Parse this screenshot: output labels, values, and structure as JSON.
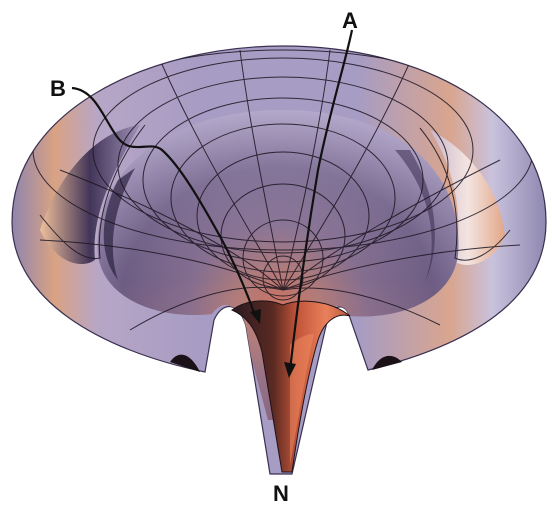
{
  "diagram": {
    "labels": {
      "a": "A",
      "b": "B",
      "n": "N"
    },
    "colors": {
      "background": "#ffffff",
      "surface_light": "#b9b4d6",
      "surface_mid": "#8a7aa2",
      "surface_dark": "#3a2c4a",
      "surface_warm": "#e8a48c",
      "surface_peach": "#f1c29d",
      "funnel_orange": "#d2603e",
      "grid_line": "#1a1420",
      "path_line": "#111111"
    }
  }
}
